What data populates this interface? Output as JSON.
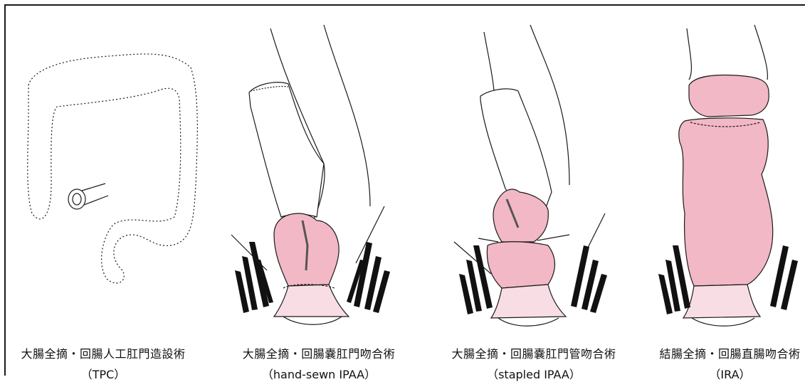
{
  "panels": [
    {
      "id": "tpc",
      "jp": "大腸全摘・回腸人工肛門造設術",
      "en": "（TPC）"
    },
    {
      "id": "hand",
      "jp": "大腸全摘・回腸嚢肛門吻合術",
      "en": "（hand-sewn IPAA）"
    },
    {
      "id": "stap",
      "jp": "大腸全摘・回腸嚢肛門管吻合術",
      "en": "（stapled IPAA）"
    },
    {
      "id": "ira",
      "jp": "結腸全摘・回腸直腸吻合術",
      "en": "（IRA）"
    }
  ],
  "colors": {
    "pouch": "#f2b8c6",
    "pouch_light": "#f9dde4",
    "line": "#1a1a1a",
    "muscle": "#111111"
  }
}
